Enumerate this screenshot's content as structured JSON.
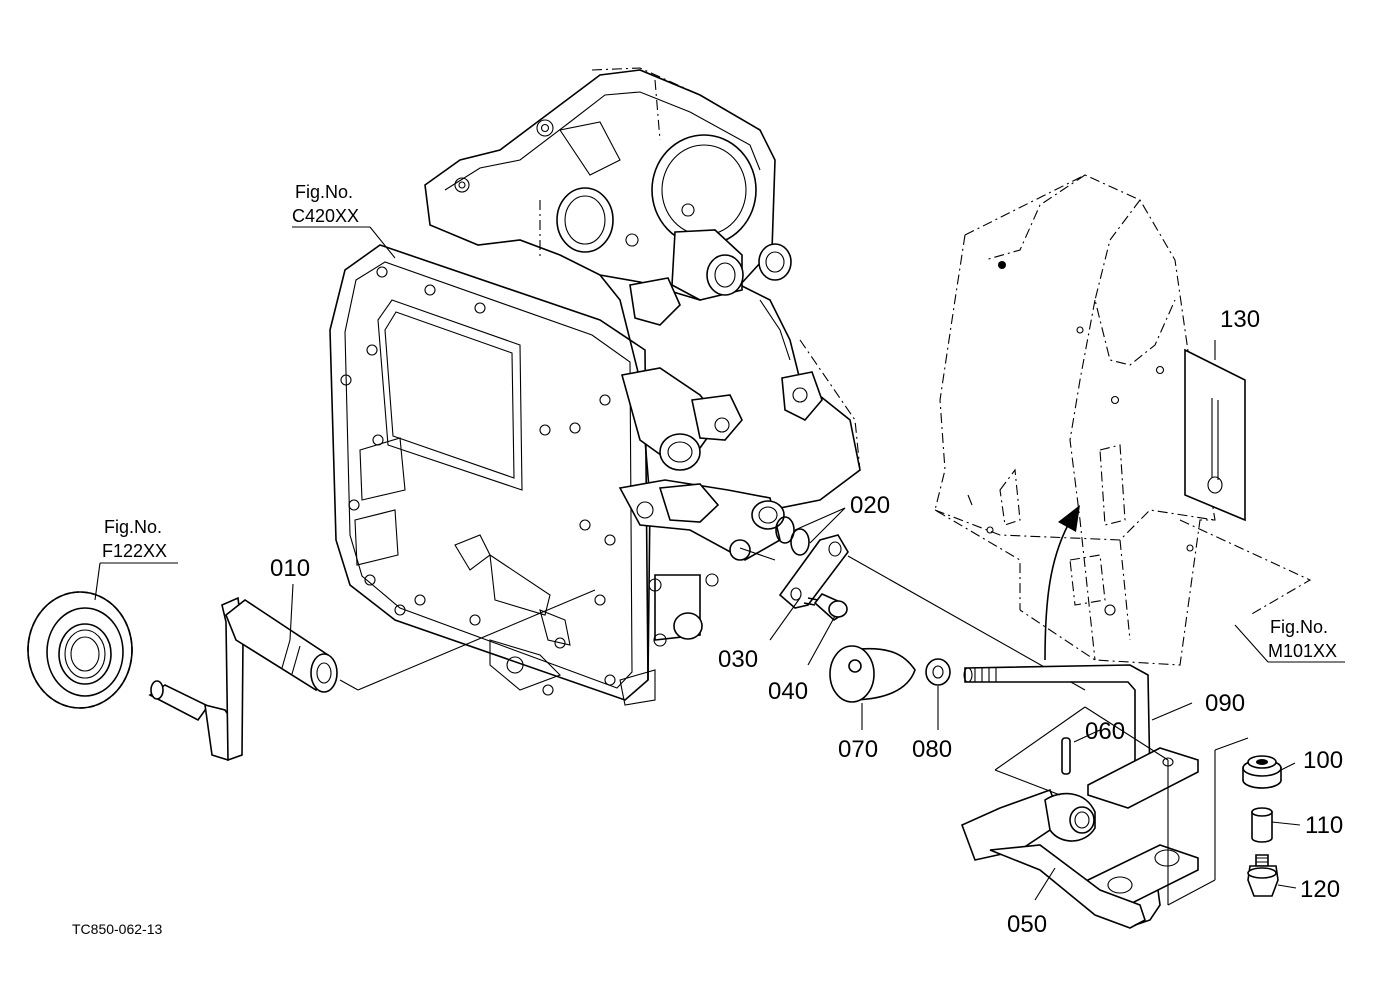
{
  "figure_refs": {
    "c420": {
      "line1": "Fig.No.",
      "line2": "C420XX"
    },
    "f122": {
      "line1": "Fig.No.",
      "line2": "F122XX"
    },
    "m101": {
      "line1": "Fig.No.",
      "line2": "M101XX"
    }
  },
  "parts": {
    "p010": "010",
    "p020": "020",
    "p030": "030",
    "p040": "040",
    "p050": "050",
    "p060": "060",
    "p070": "070",
    "p080": "080",
    "p090": "090",
    "p100": "100",
    "p110": "110",
    "p120": "120",
    "p130": "130"
  },
  "drawing_code": "TC850-062-13"
}
